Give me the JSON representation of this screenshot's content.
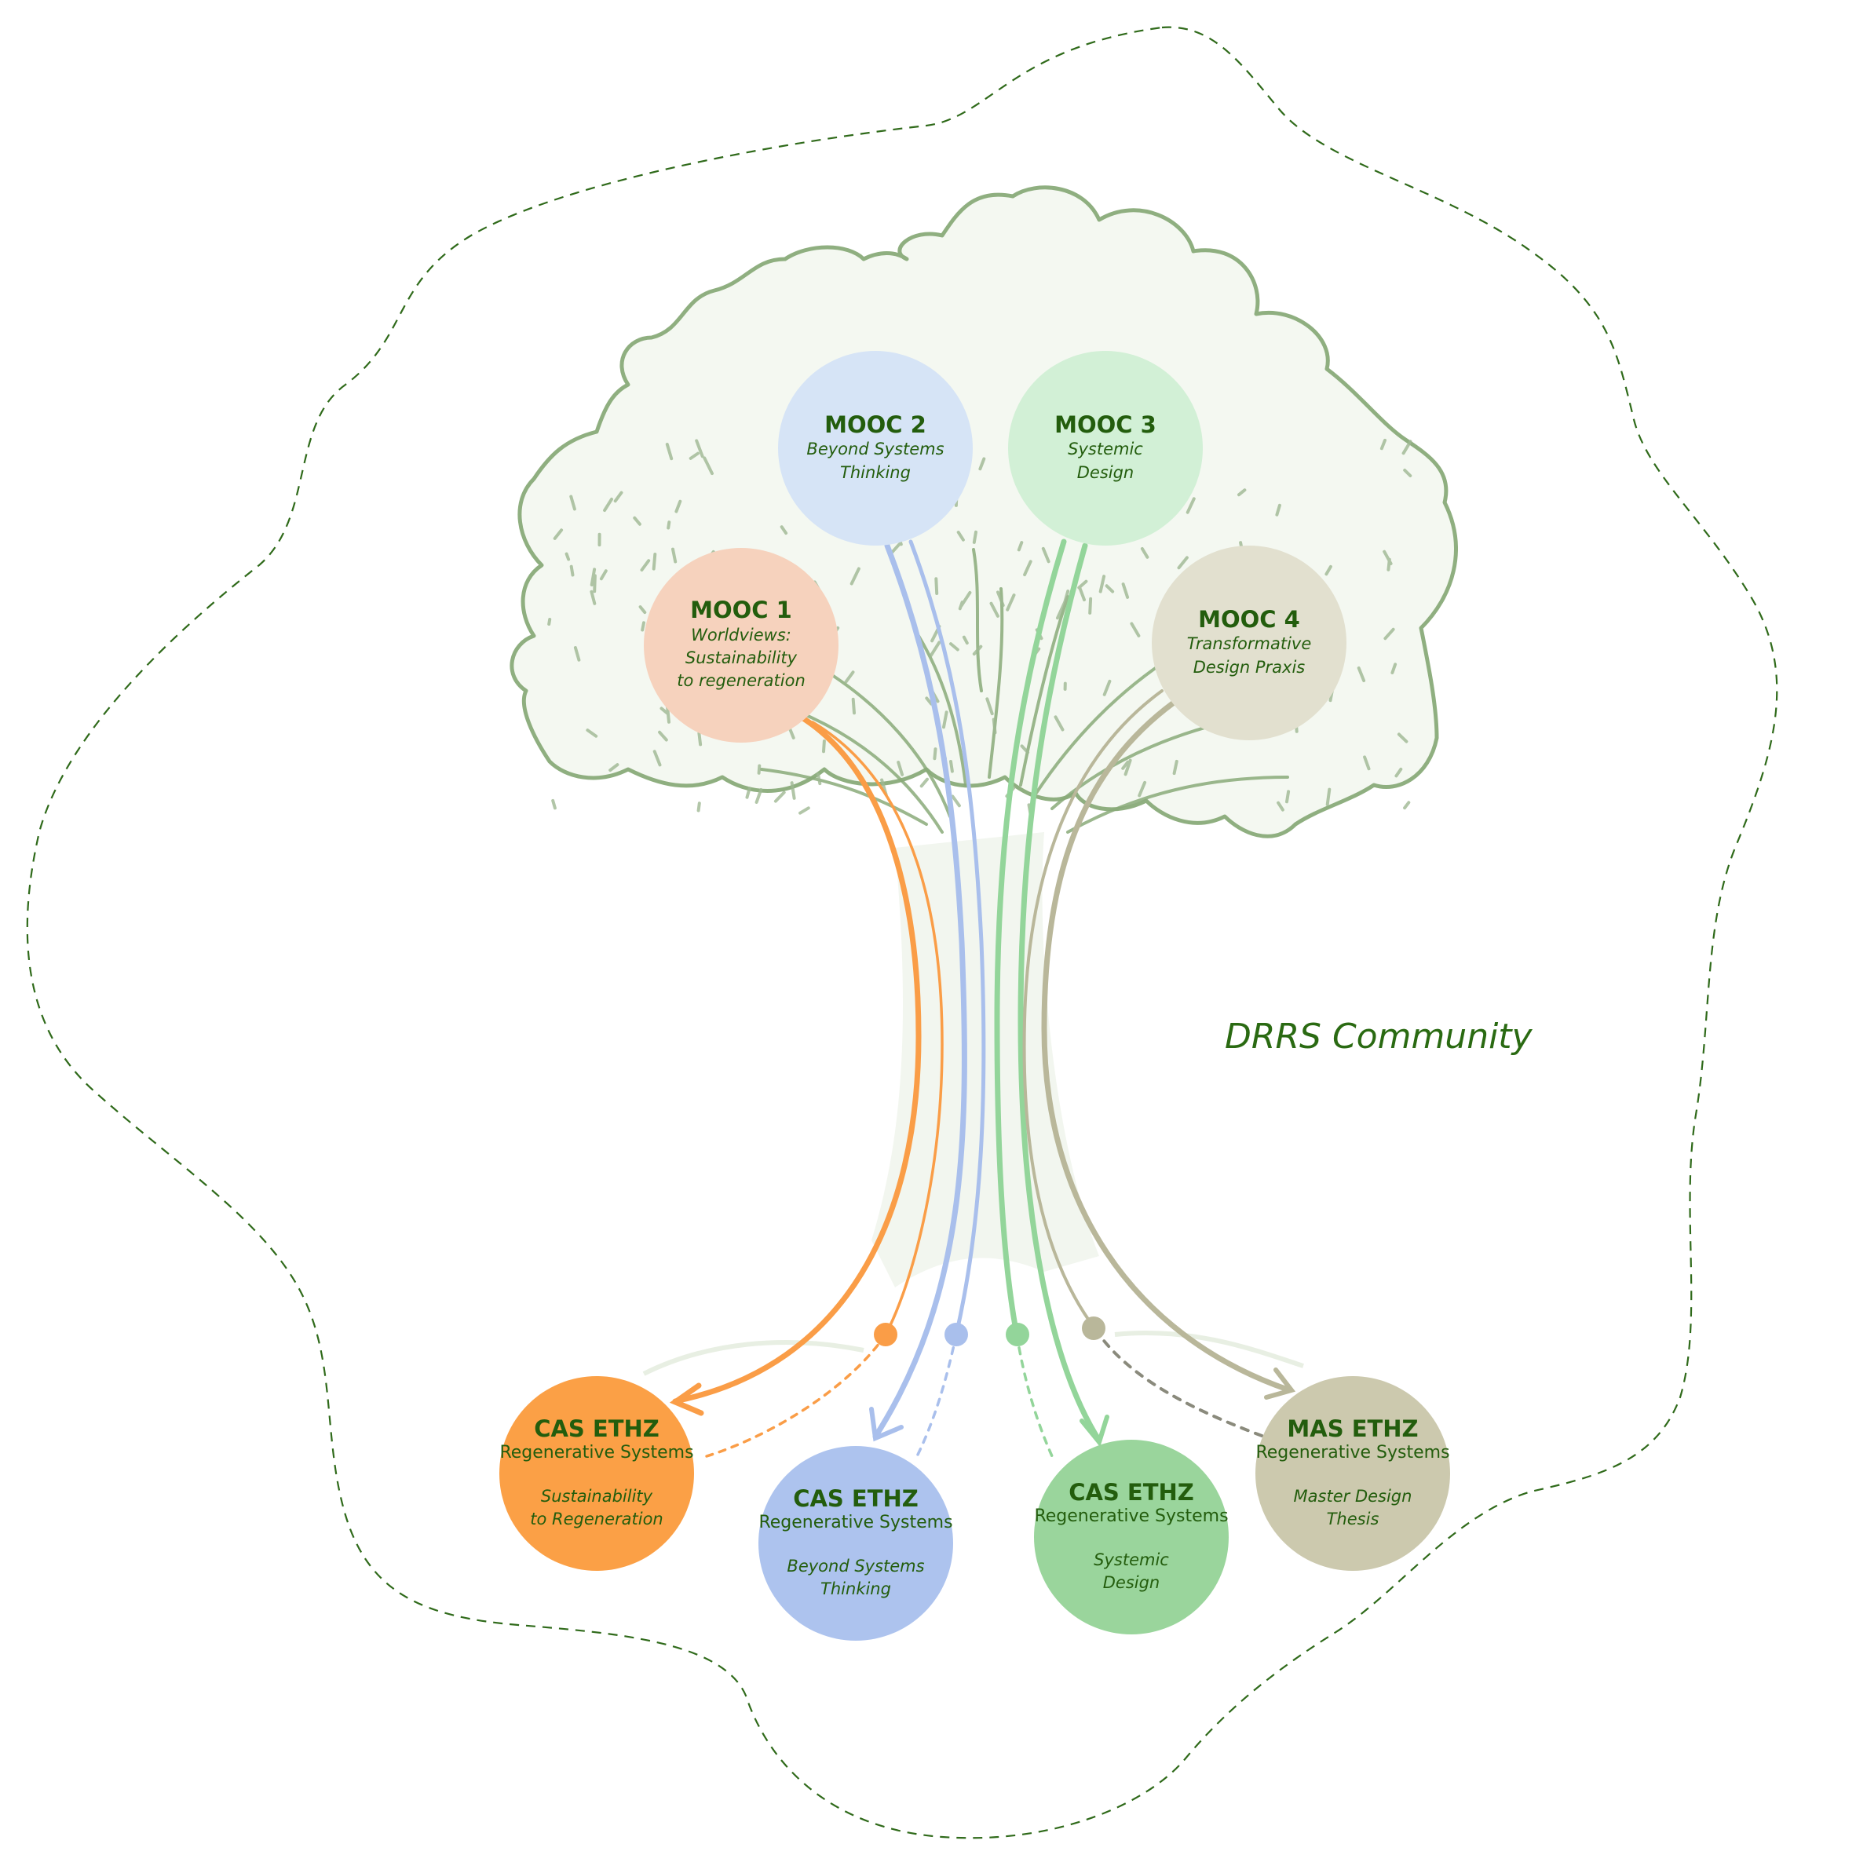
{
  "community_label": "DRRS Community",
  "moocs": [
    {
      "title": "MOOC 1",
      "subtitle": "Worldviews:\nSustainability\nto regeneration",
      "color": "#f6d2bd"
    },
    {
      "title": "MOOC 2",
      "subtitle": "Beyond Systems\nThinking",
      "color": "#d6e4f6"
    },
    {
      "title": "MOOC 3",
      "subtitle": "Systemic\nDesign",
      "color": "#d2f0d6"
    },
    {
      "title": "MOOC 4",
      "subtitle": "Transformative\nDesign Praxis",
      "color": "#e2e0cf"
    }
  ],
  "programs": [
    {
      "title": "CAS ETHZ",
      "program": "Regenerative Systems",
      "subtitle": "Sustainability\nto Regeneration",
      "color": "#fba046"
    },
    {
      "title": "CAS ETHZ",
      "program": "Regenerative Systems",
      "subtitle": "Beyond Systems\nThinking",
      "color": "#adc3ee"
    },
    {
      "title": "CAS ETHZ",
      "program": "Regenerative Systems",
      "subtitle": "Systemic\nDesign",
      "color": "#9ad59c"
    },
    {
      "title": "MAS ETHZ",
      "program": "Regenerative Systems",
      "subtitle": "Master Design\nThesis",
      "color": "#ccc9ae"
    }
  ],
  "colors": {
    "boundary": "#2f6a1a",
    "tree": "#8aab7a",
    "text": "#235d0d",
    "orange_line": "#fa9d47",
    "blue_line": "#a9bfec",
    "green_line": "#93d59a",
    "olive_line": "#b9b79a",
    "olive_dash": "#8a8a7c"
  }
}
